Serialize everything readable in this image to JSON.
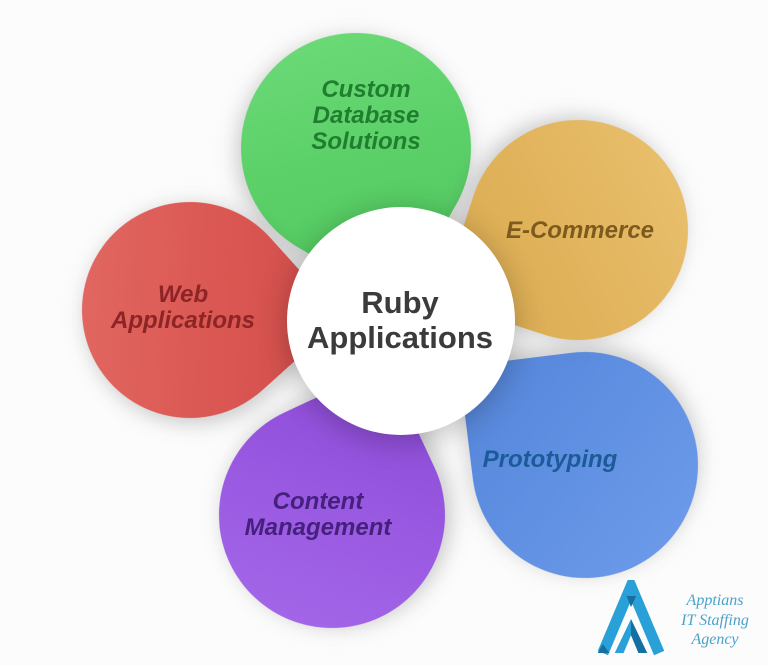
{
  "background": "#fcfcfc",
  "center": {
    "lines": [
      "Ruby",
      "Applications"
    ],
    "fill": "#ffffff",
    "text_color": "#3b3b3b"
  },
  "petals": [
    {
      "id": "custom-database-solutions",
      "lines": [
        "Custom",
        "Database",
        "Solutions"
      ],
      "fill": "#5dd169",
      "fill_light": "#6fdc7b",
      "fill_dark": "#4fc75e",
      "text_color": "#1f7f2f"
    },
    {
      "id": "e-commerce",
      "lines": [
        "E-Commerce"
      ],
      "fill": "#e2b55e",
      "fill_light": "#eac271",
      "fill_dark": "#d9a94f",
      "text_color": "#7d5a1e"
    },
    {
      "id": "prototyping",
      "lines": [
        "Prototyping"
      ],
      "fill": "#6191e3",
      "fill_light": "#709ceb",
      "fill_dark": "#5585d9",
      "text_color": "#1c5b97"
    },
    {
      "id": "content-management",
      "lines": [
        "Content",
        "Management"
      ],
      "fill": "#9a5ae2",
      "fill_light": "#a56aea",
      "fill_dark": "#8c49d6",
      "text_color": "#45207d"
    },
    {
      "id": "web-applications",
      "lines": [
        "Web",
        "Applications"
      ],
      "fill": "#dc5a55",
      "fill_light": "#e36b65",
      "fill_dark": "#d24c49",
      "text_color": "#8d2425"
    }
  ],
  "logo": {
    "lines": [
      "Apptians",
      "IT Staffing",
      "Agency"
    ],
    "text_color": "#4ba2ca",
    "icon_color": "#2aa0d8",
    "icon_dark": "#1470a0"
  }
}
